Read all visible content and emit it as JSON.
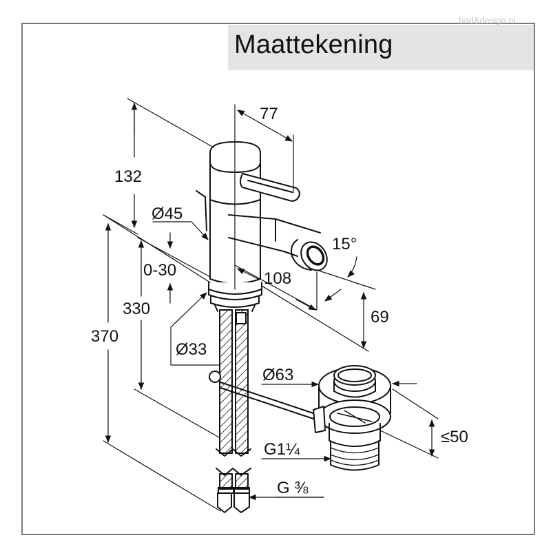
{
  "header": {
    "title": "Maattekening"
  },
  "watermark": {
    "text": "bad&design.nl"
  },
  "dimensions": {
    "d77": "77",
    "d132": "132",
    "d45": "Ø45",
    "d15": "15°",
    "d030": "0-30",
    "d108": "108",
    "d330": "330",
    "d69": "69",
    "d370": "370",
    "d33": "Ø33",
    "d63": "Ø63",
    "d50": "≤50",
    "g114": "G1¼",
    "g38": "G ⅜"
  },
  "colors": {
    "line": "#111111",
    "frame": "#7a7a7a",
    "title_bg": "#e4e4e4"
  }
}
